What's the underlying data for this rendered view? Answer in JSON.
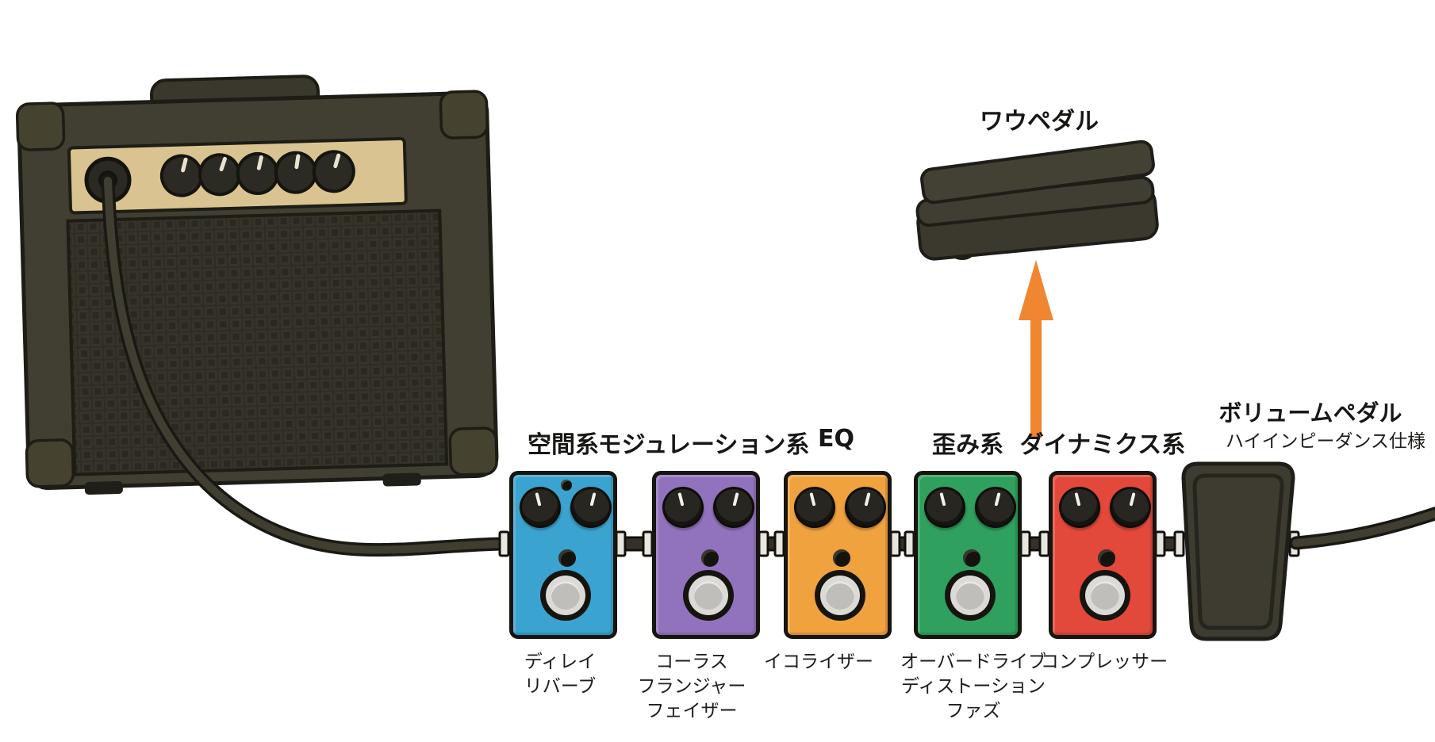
{
  "diagram": {
    "wah_pedal": {
      "label": "ワウペダル"
    },
    "volume_pedal": {
      "label": "ボリュームペダル",
      "note": "ハイインピーダンス仕様"
    },
    "arrow": {
      "color": "#F0862F"
    },
    "pedal_chain": [
      {
        "category": "空間系",
        "color": "#3BA3CF",
        "types": [
          "ディレイ",
          "リバーブ"
        ]
      },
      {
        "category": "モジュレーション系",
        "color": "#9173BD",
        "types": [
          "コーラス",
          "フランジャー",
          "フェイザー"
        ]
      },
      {
        "category": "EQ",
        "color": "#F0A23F",
        "types": [
          "イコライザー"
        ]
      },
      {
        "category": "歪み系",
        "color": "#2FA05E",
        "types": [
          "オーバードライブ",
          "ディストーション",
          "ファズ"
        ]
      },
      {
        "category": "ダイナミクス系",
        "color": "#E2493B",
        "types": [
          "コンプレッサー"
        ]
      }
    ]
  }
}
